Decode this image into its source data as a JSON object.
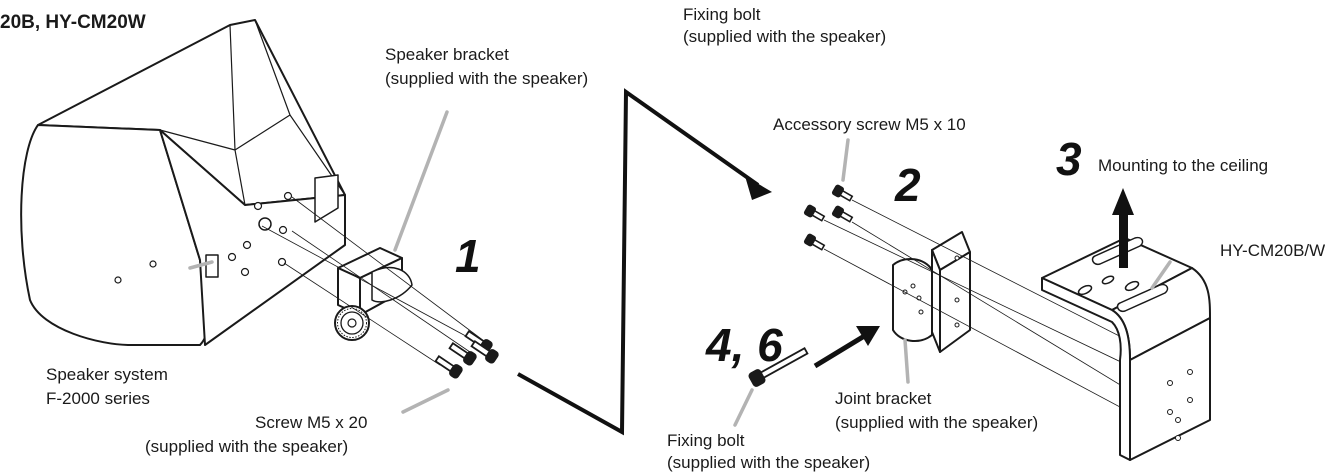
{
  "title": "20B, HY-CM20W",
  "labels": {
    "fixing_bolt_top": {
      "line1": "Fixing bolt",
      "line2": "(supplied with the speaker)"
    },
    "speaker_bracket": {
      "line1": "Speaker bracket",
      "line2": "(supplied with the speaker)"
    },
    "accessory_screw": "Accessory screw M5 x 10",
    "mounting_ceiling": "Mounting to the ceiling",
    "model": "HY-CM20B/W",
    "speaker_system": {
      "line1": "Speaker system",
      "line2": "F-2000 series"
    },
    "screw_m5x20": {
      "line1": "Screw M5 x 20",
      "line2": "(supplied with the speaker)"
    },
    "joint_bracket": {
      "line1": "Joint bracket",
      "line2": "(supplied with the speaker)"
    },
    "fixing_bolt_bottom": {
      "line1": "Fixing bolt",
      "line2": "(supplied with the speaker)"
    }
  },
  "steps": {
    "one": "1",
    "two": "2",
    "three": "3",
    "four_six": "4, 6"
  },
  "colors": {
    "line": "#1a1a1a",
    "leader": "#b3b3b3",
    "bg": "#ffffff"
  }
}
